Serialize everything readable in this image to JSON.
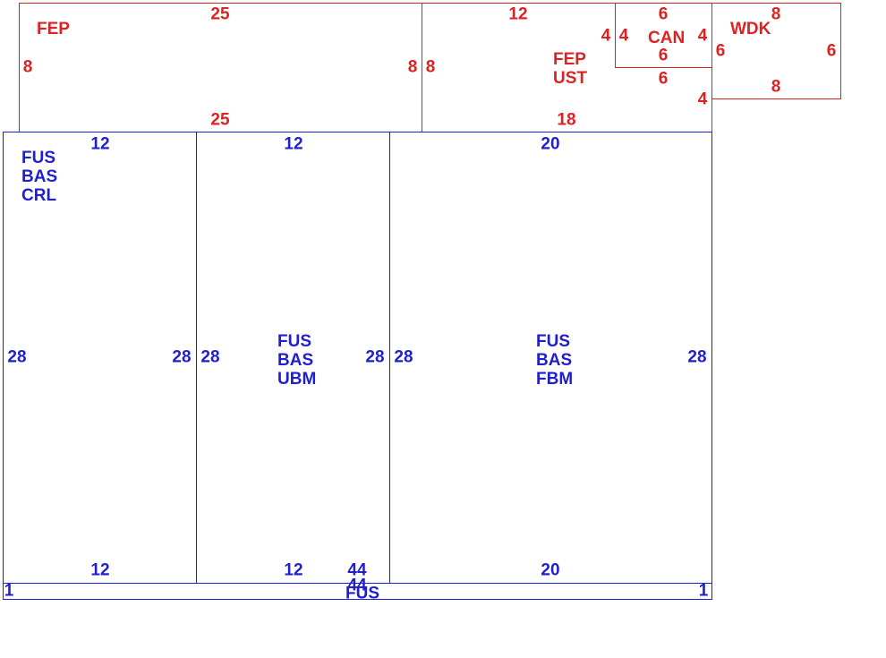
{
  "red_zone": {
    "color": "#dd2222",
    "fep_left": {
      "name": [
        "FEP"
      ],
      "top": "25",
      "bottom": "25",
      "left": "8",
      "right": "8"
    },
    "fep_ust": {
      "name": [
        "FEP",
        "UST"
      ],
      "top": "12",
      "bottom": "18",
      "left": "8",
      "right_upper": "4",
      "right_lower": "4"
    },
    "can": {
      "name": [
        "CAN"
      ],
      "top": "6",
      "bottom": "6",
      "left": "4",
      "right": "4",
      "outer_left": "4",
      "below": "6"
    },
    "wdk": {
      "name": [
        "WDK"
      ],
      "top": "8",
      "bottom": "8",
      "left": "6",
      "right": "6"
    }
  },
  "blue_zone": {
    "color": "#1f1fd0",
    "crl": {
      "name": [
        "FUS",
        "BAS",
        "CRL"
      ],
      "top": "12",
      "bottom": "12",
      "left": "28",
      "right": "28"
    },
    "ubm": {
      "name": [
        "FUS",
        "BAS",
        "UBM"
      ],
      "top": "12",
      "bottom": "12",
      "left": "28",
      "right": "28",
      "extra": "44"
    },
    "fbm": {
      "name": [
        "FUS",
        "BAS",
        "FBM"
      ],
      "top": "20",
      "bottom": "20",
      "left": "28",
      "right": "28"
    },
    "fus_strip": {
      "name": [
        "FUS"
      ],
      "top": "44",
      "left": "1",
      "right": "1"
    }
  }
}
